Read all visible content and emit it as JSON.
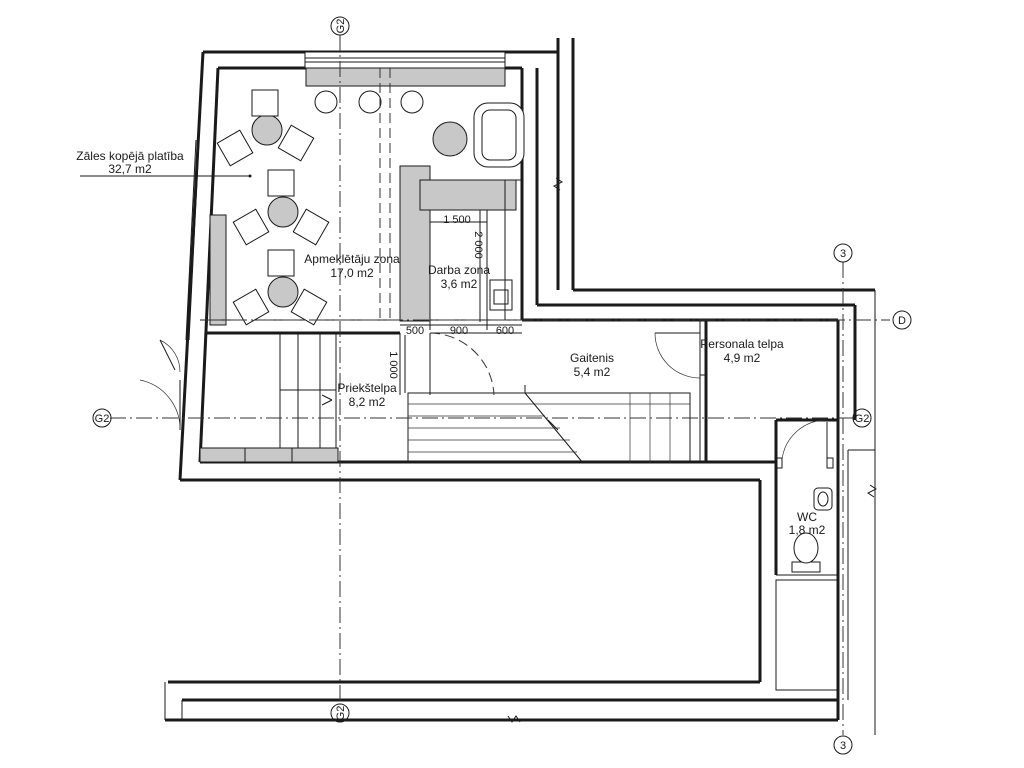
{
  "rooms": {
    "hall_total": {
      "name": "Zāles kopējā platība",
      "area": "32,7 m2"
    },
    "visitor_zone": {
      "name": "Apmeklētāju zona",
      "area": "17,0 m2"
    },
    "work_zone": {
      "name": "Darba zona",
      "area": "3,6 m2"
    },
    "vestibule": {
      "name": "Priekštelpa",
      "area": "8,2 m2"
    },
    "corridor": {
      "name": "Gaitenis",
      "area": "5,4 m2"
    },
    "staff_room": {
      "name": "Personala telpa",
      "area": "4,9 m2"
    },
    "wc": {
      "name": "WC",
      "area": "1,8 m2"
    }
  },
  "dimensions": {
    "d1500": "1 500",
    "d2000": "2 000",
    "d1000": "1 000",
    "d500": "500",
    "d900": "900",
    "d600": "600"
  },
  "grid_markers": {
    "g2_top": "G2",
    "g2_bottom": "G2",
    "g2_left": "G2",
    "g2_right": "G2",
    "axis3_top": "3",
    "axis3_bottom": "3",
    "axisD": "D"
  },
  "colors": {
    "line": "#1a1a1a",
    "furniture_fill": "#c8c8c8",
    "background": "#ffffff"
  }
}
